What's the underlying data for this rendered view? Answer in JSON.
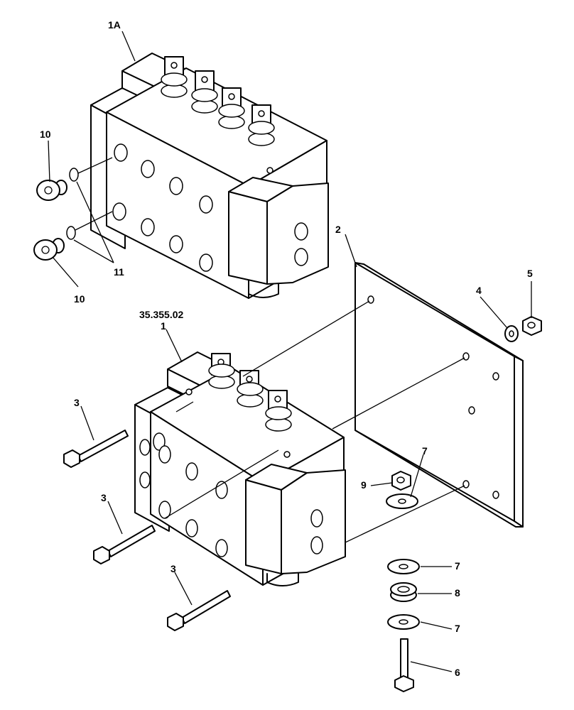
{
  "callouts": {
    "c_1A": "1A",
    "c_10_top": "10",
    "c_10_bottom": "10",
    "c_11": "11",
    "c_2": "2",
    "c_4": "4",
    "c_5": "5",
    "c_ref": "35.355.02",
    "c_1": "1",
    "c_3_a": "3",
    "c_3_b": "3",
    "c_3_c": "3",
    "c_9": "9",
    "c_7_a": "7",
    "c_7_b": "7",
    "c_7_c": "7",
    "c_8": "8",
    "c_6": "6"
  }
}
